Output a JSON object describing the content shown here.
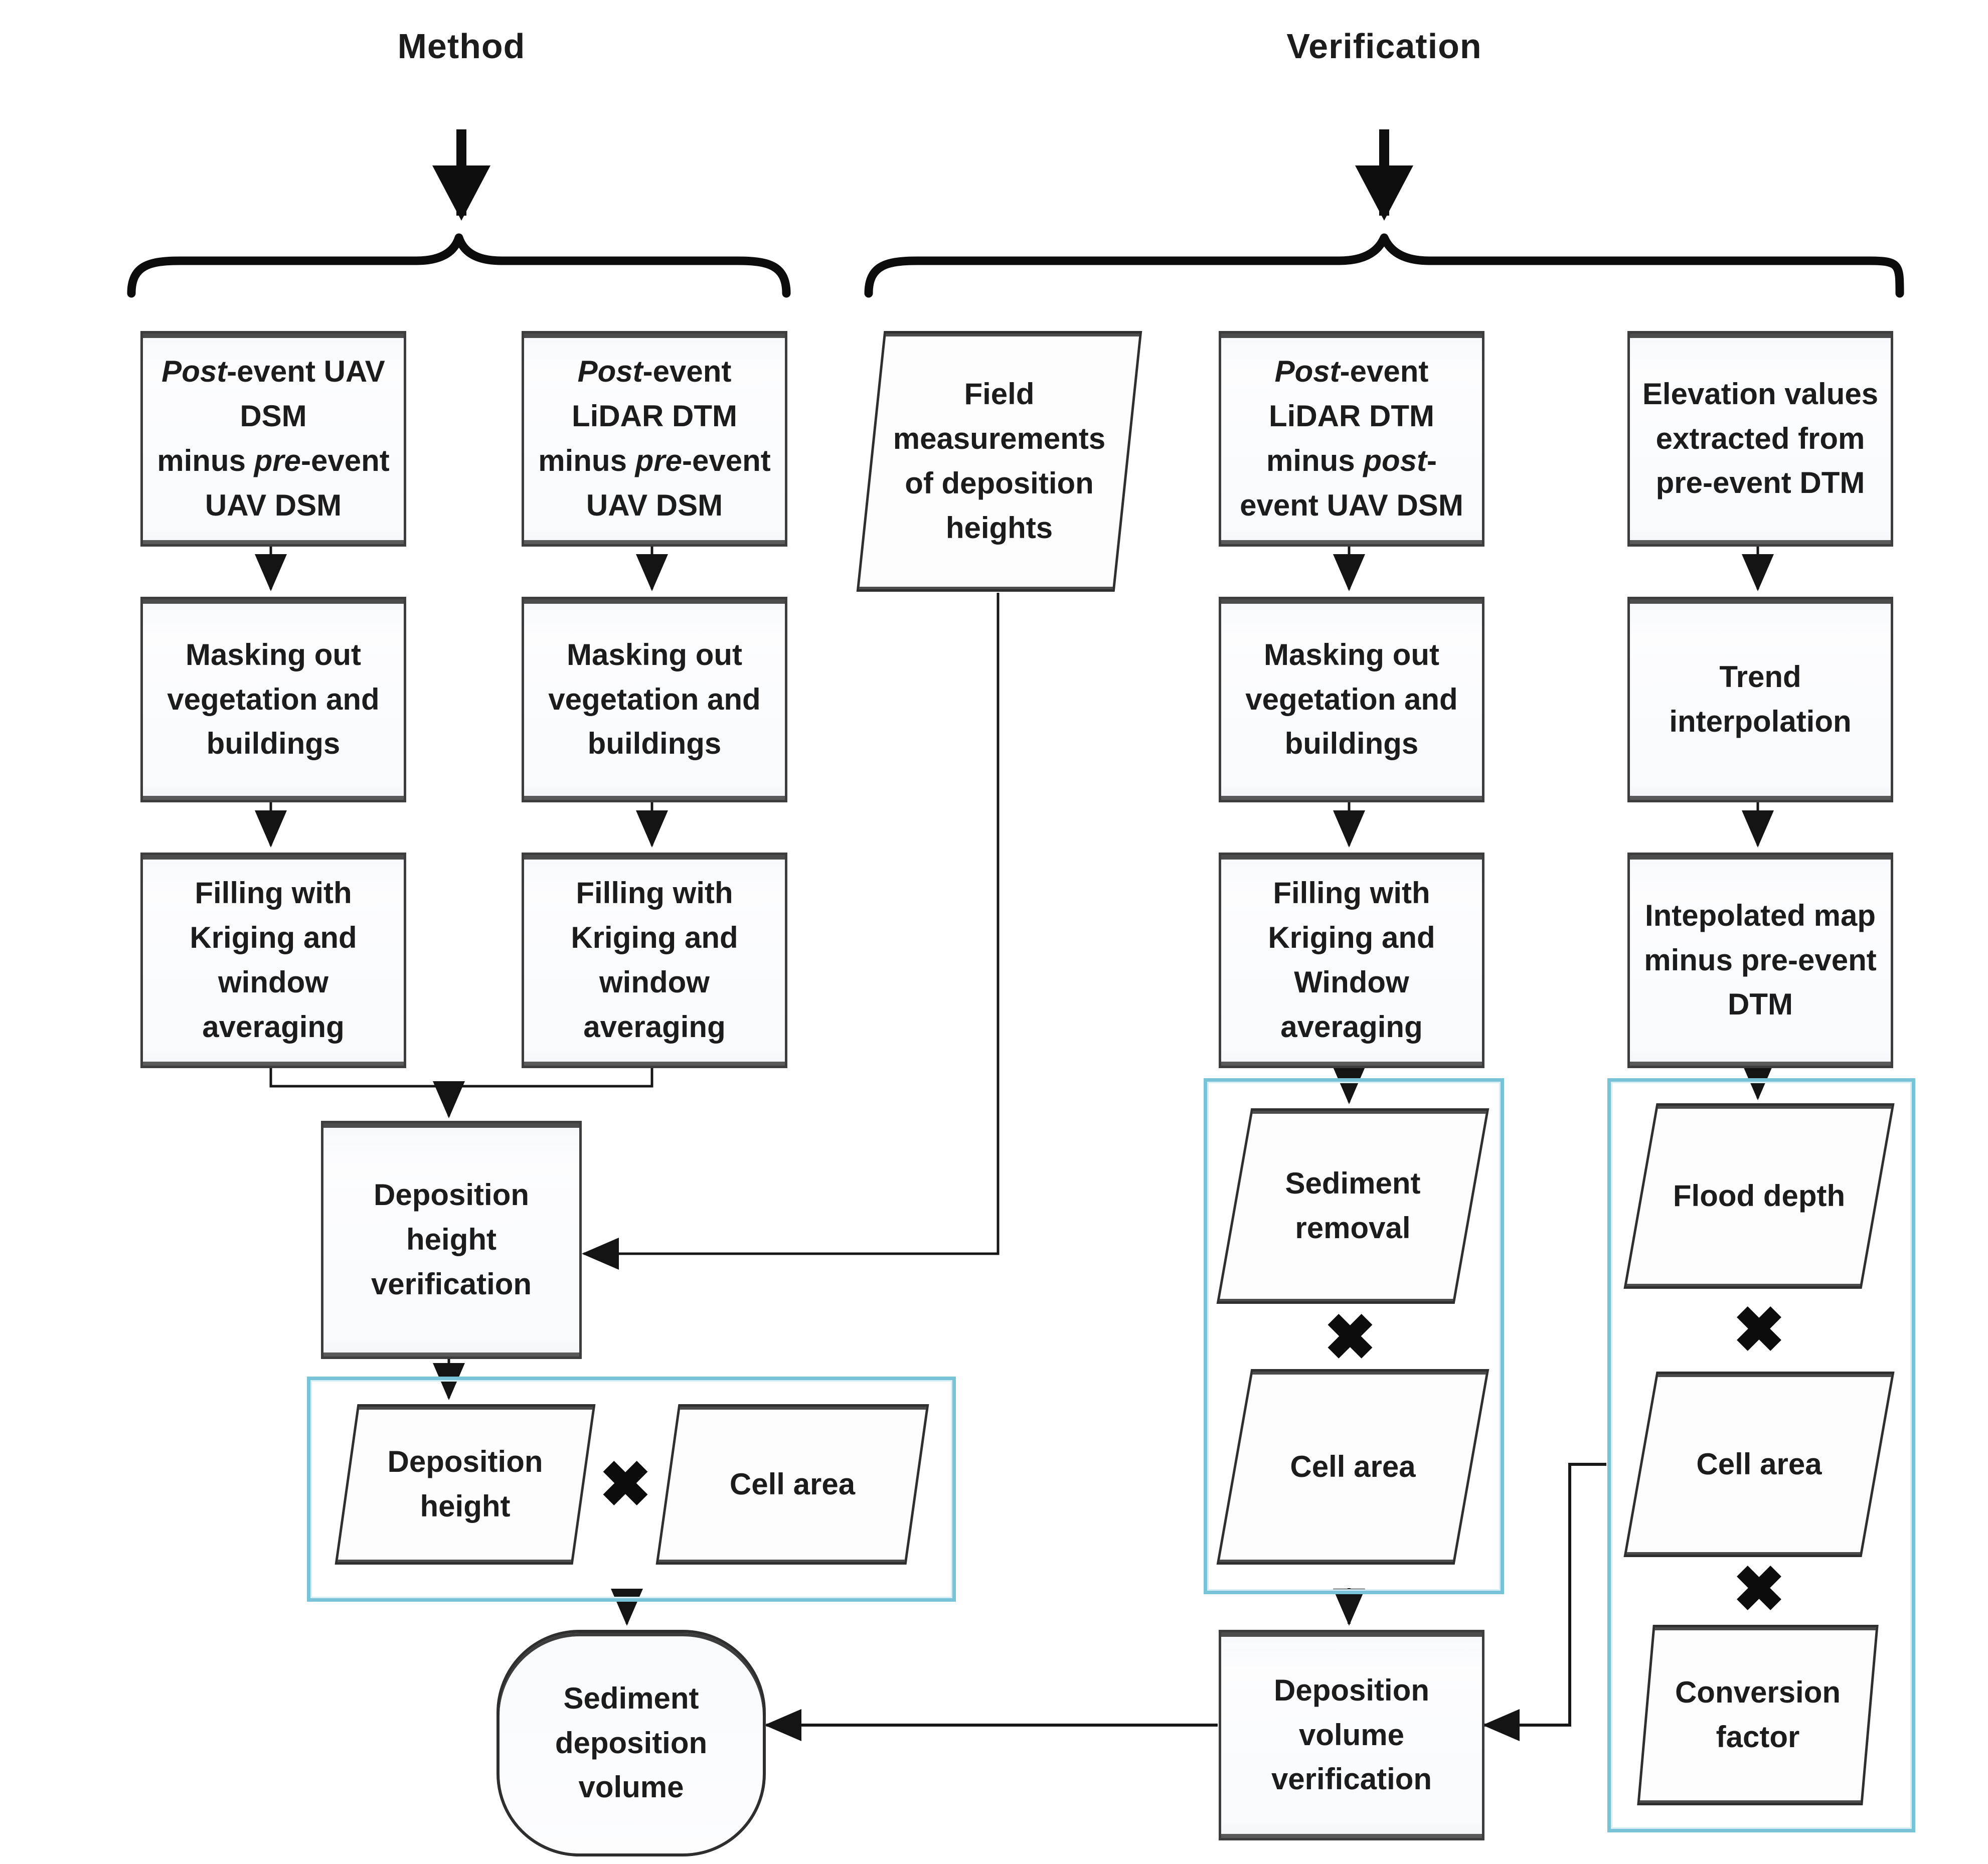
{
  "sections": {
    "left": {
      "title": "Method"
    },
    "right": {
      "title": "Verification"
    }
  },
  "symbols": {
    "multiply": "✖"
  },
  "colors": {
    "group_border": "#79c3d8",
    "node_border": "#3d3d3d",
    "connector": "#161616",
    "text": "#1c1c1c"
  },
  "nodes": {
    "post_uav_minus_pre_uav": {
      "shape": "process",
      "label": "*Post*-event UAV\nDSM\nminus *pre*-event\nUAV DSM"
    },
    "post_lidar_minus_pre_uav": {
      "shape": "process",
      "label": "*Post*-event\nLiDAR DTM\nminus *pre*-event\nUAV DSM"
    },
    "field_measurements": {
      "shape": "data",
      "label": "Field\nmeasurements\nof deposition\nheights"
    },
    "post_lidar_minus_post_uav": {
      "shape": "process",
      "label": "*Post*-event\nLiDAR DTM\nminus *post*-\nevent UAV DSM"
    },
    "elevation_values": {
      "shape": "process",
      "label": "Elevation values\nextracted from\npre-event DTM"
    },
    "masking_method_1": {
      "shape": "process",
      "label": "Masking out\nvegetation and\nbuildings"
    },
    "masking_method_2": {
      "shape": "process",
      "label": "Masking out\nvegetation and\nbuildings"
    },
    "masking_verification": {
      "shape": "process",
      "label": "Masking out\nvegetation and\nbuildings"
    },
    "trend_interpolation": {
      "shape": "process",
      "label": "Trend\ninterpolation"
    },
    "filling_method_1": {
      "shape": "process",
      "label": "Filling with\nKriging and\nwindow\naveraging"
    },
    "filling_method_2": {
      "shape": "process",
      "label": "Filling with\nKriging and\nwindow\naveraging"
    },
    "filling_verification": {
      "shape": "process",
      "label": "Filling with\nKriging and\nWindow\naveraging"
    },
    "interpolated_map_minus": {
      "shape": "process",
      "label": "Intepolated map\nminus pre-event\nDTM"
    },
    "deposition_height_verification": {
      "shape": "process",
      "label": "Deposition\nheight\nverification"
    },
    "deposition_height": {
      "shape": "data",
      "label": "Deposition\nheight"
    },
    "cell_area_method": {
      "shape": "data",
      "label": "Cell area"
    },
    "sediment_deposition_volume": {
      "shape": "terminator",
      "label": "Sediment\ndeposition\nvolume"
    },
    "sediment_removal": {
      "shape": "data",
      "label": "Sediment\nremoval"
    },
    "cell_area_verification": {
      "shape": "data",
      "label": "Cell area"
    },
    "deposition_volume_verification": {
      "shape": "process",
      "label": "Deposition\nvolume\nverification"
    },
    "flood_depth": {
      "shape": "data",
      "label": "Flood depth"
    },
    "cell_area_flood": {
      "shape": "data",
      "label": "Cell area"
    },
    "conversion_factor": {
      "shape": "data",
      "label": "Conversion\nfactor"
    }
  }
}
